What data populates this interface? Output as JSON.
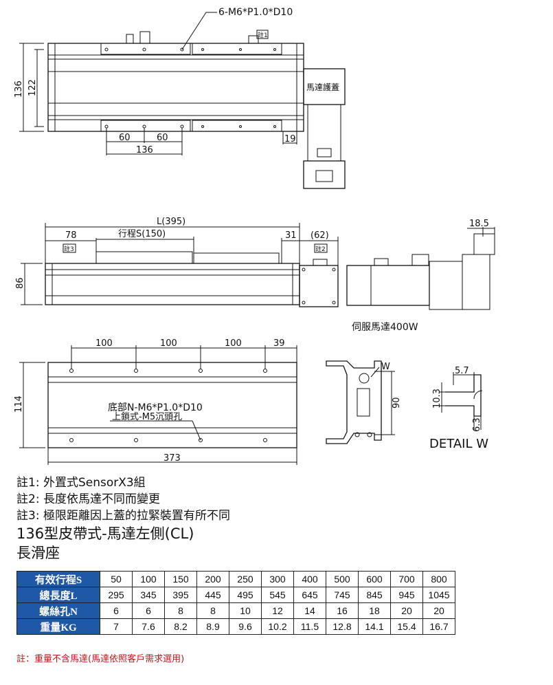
{
  "drawing": {
    "top_callout": "6-M6*P1.0*D10",
    "note1_tag": "註1",
    "motor_cover_label": "馬達護蓋",
    "dim_136": "136",
    "dim_122": "122",
    "dim_60a": "60",
    "dim_60b": "60",
    "dim_136_bottom": "136",
    "dim_19": "19",
    "dim_L": "L(395)",
    "dim_78": "78",
    "dim_stroke": "行程S(150)",
    "dim_31": "31",
    "dim_62": "(62)",
    "note3_tag": "註3",
    "note2_tag": "註2",
    "dim_86": "86",
    "dim_18_5": "18.5",
    "servo_label": "伺服馬達400W",
    "dim_100a": "100",
    "dim_100b": "100",
    "dim_100c": "100",
    "dim_39": "39",
    "dim_114": "114",
    "bottom_callout_1": "底部N-M6*P1.0*D10",
    "bottom_callout_2": "上鎖式-M5沉頭孔",
    "dim_373": "373",
    "w_mark": "W",
    "dim_90": "90",
    "dim_5_7": "5.7",
    "dim_10_3": "10.3",
    "dim_6_3": "6.3",
    "detail_label": "DETAIL W"
  },
  "notes": [
    "註1: 外置式SensorX3組",
    "註2: 長度依馬達不同而變更",
    "註3: 極限距離因上蓋的拉緊裝置有所不同"
  ],
  "title": {
    "line1": "136型皮帶式-馬達左側(CL)",
    "line2": "長滑座"
  },
  "table": {
    "headers": [
      "有效行程S",
      "總長度L",
      "螺絲孔N",
      "重量KG"
    ],
    "rows": [
      [
        "50",
        "100",
        "150",
        "200",
        "250",
        "300",
        "400",
        "500",
        "600",
        "700",
        "800"
      ],
      [
        "295",
        "345",
        "395",
        "445",
        "495",
        "545",
        "645",
        "745",
        "845",
        "945",
        "1045"
      ],
      [
        "6",
        "6",
        "8",
        "8",
        "10",
        "12",
        "14",
        "16",
        "18",
        "20",
        "20"
      ],
      [
        "7",
        "7.6",
        "8.2",
        "8.9",
        "9.6",
        "10.2",
        "11.5",
        "12.8",
        "14.1",
        "15.4",
        "16.7"
      ]
    ]
  },
  "footnote": "註：重量不含馬達(馬達依照客戶需求選用)"
}
